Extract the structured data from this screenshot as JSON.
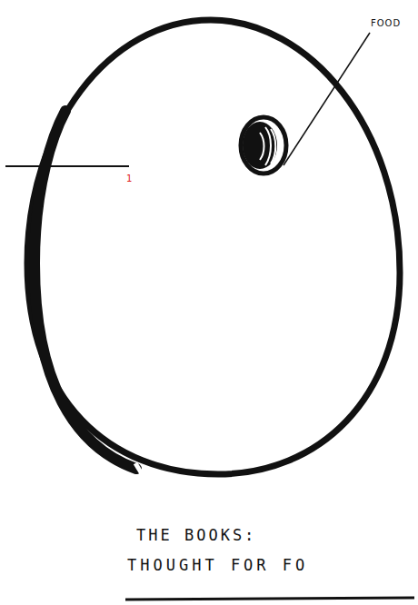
{
  "diagram": {
    "labels": [
      "FOOD",
      "1",
      "THE BOOKS:",
      "THOUGHT FOR FO"
    ]
  }
}
